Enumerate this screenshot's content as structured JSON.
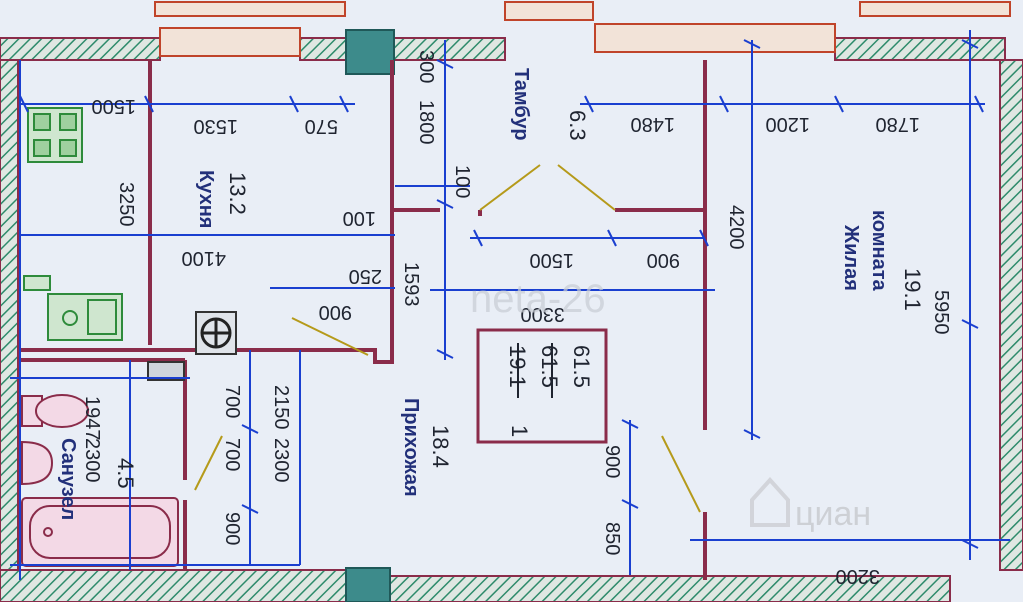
{
  "rooms": {
    "kitchen": {
      "name": "Кухня",
      "area": "13.2"
    },
    "vestibule": {
      "name": "Тамбур",
      "area": "6.3"
    },
    "living": {
      "name": "Жилая\nкомната",
      "name_line1": "Жилая",
      "name_line2": "комната",
      "area": "19.1"
    },
    "hall": {
      "name": "Прихожая",
      "area": "18.4"
    },
    "bathroom": {
      "name": "Санузел",
      "area": "4.5"
    }
  },
  "summary": {
    "rooms_count": "1",
    "living_area": "19.1",
    "total_area_1": "61.5",
    "total_area_2": "61.5"
  },
  "dimensions": {
    "d300": "300",
    "d1800": "1800",
    "d1500_top": "1500",
    "d1530": "1530",
    "d570": "570",
    "d1480": "1480",
    "d1200": "1200",
    "d1780": "1780",
    "d3250": "3250",
    "d100a": "100",
    "d100b": "100",
    "d4100": "4100",
    "d250": "250",
    "d1593": "1593",
    "d1500_mid": "1500",
    "d900a": "900",
    "d4200": "4200",
    "d3300": "3300",
    "d900b": "900",
    "d5950": "5950",
    "d1947": "1947",
    "d700a": "700",
    "d2150": "2150",
    "d2300a": "2300",
    "d700b": "700",
    "d2300b": "2300",
    "d900c": "900",
    "d900d": "900",
    "d850": "850",
    "d3200": "3200"
  },
  "watermarks": {
    "site": "neta-26",
    "brand": "циан"
  },
  "colors": {
    "dimension": "#1a3fd0",
    "wall": "#8a2c4a",
    "hatch": "#2e8b6b",
    "column": "#3d8b8b",
    "paper": "#e9eef6"
  }
}
